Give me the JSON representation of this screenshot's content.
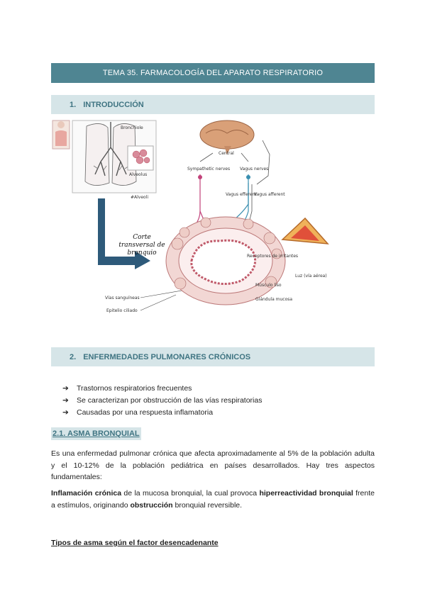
{
  "title": "TEMA 35. FARMACOLOGÍA DEL APARATO RESPIRATORIO",
  "section1": {
    "number": "1.",
    "label": "INTRODUCCIÓN"
  },
  "figure_labels": {
    "arrow_text_line1": "Corte",
    "arrow_text_line2": "transversal de",
    "arrow_text_line3": "bronquio",
    "central": "Central",
    "sympathetic": "Sympathetic nerves",
    "vagus": "Vagus nerves",
    "vagus_efferent": "Vagus efferent",
    "vagus_afferent": "Vagus afferent",
    "irritant_receptors": "Receptores de irritantes",
    "lumen": "Luz (vía aérea)",
    "smooth_muscle": "Músculo liso",
    "mucous_gland": "Glándula mucosa",
    "blood_vessels": "Vías sanguíneas",
    "ciliated_epithelium": "Epitelio ciliado",
    "bronchiole": "Bronchiole",
    "alveolus": "Alveolus",
    "small_label": "#Alveoli"
  },
  "section2": {
    "number": "2.",
    "label": "ENFERMEDADES PULMONARES CRÓNICOS"
  },
  "bullets": [
    "Trastornos respiratorios frecuentes",
    "Se caracterizan por obstrucción de las vías respiratorias",
    "Causadas por una respuesta inflamatoria"
  ],
  "bullet_mark": "➔",
  "subheading": "2.1. ASMA BRONQUIAL",
  "paragraph1": "Es una enfermedad pulmonar crónica que afecta aproximadamente al 5% de la población adulta y el 10-12% de la población pediátrica en países desarrollados. Hay tres aspectos fundamentales:",
  "paragraph2": {
    "b1": "Inflamación crónica",
    "t1": " de la mucosa bronquial, la cual provoca ",
    "b2": "hiperreactividad bronquial",
    "t2": " frente a estímulos, originando ",
    "b3": "obstrucción",
    "t3": " bronquial reversible."
  },
  "types_heading": "Tipos de asma según el factor desencadenante",
  "colors": {
    "title_bar": "#4f8592",
    "section_bar": "#d6e5e8",
    "section_text": "#3f7482",
    "arrow": "#2e5a7a"
  }
}
